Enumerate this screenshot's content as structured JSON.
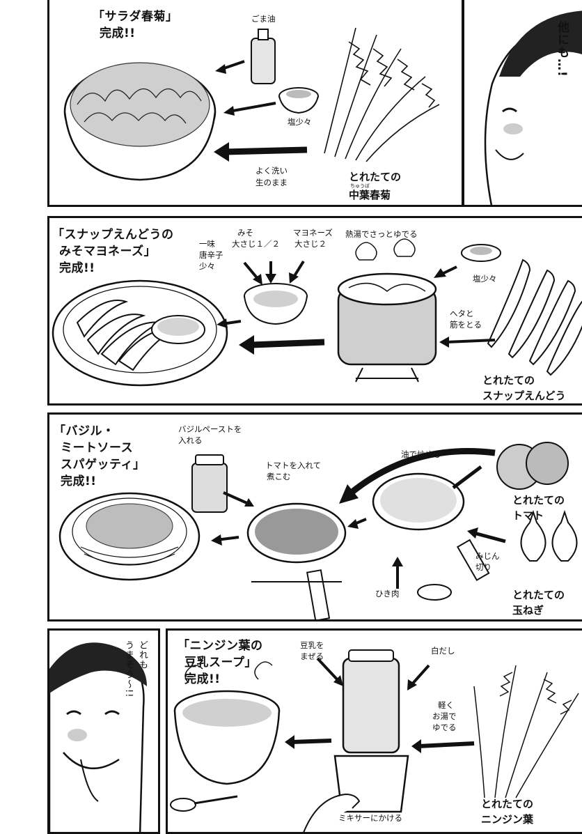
{
  "panel1": {
    "title_line1": "「サラダ春菊」",
    "title_line2": "完成!!",
    "sesame_oil": "ごま油",
    "salt": "塩少々",
    "wash_line1": "よく洗い",
    "wash_line2": "生のまま",
    "fresh_line1": "とれたての",
    "fresh_ruby": "ちゅうば",
    "fresh_line2": "中葉春菊",
    "speech": "他にも…!"
  },
  "panel2": {
    "title_line1": "「スナップえんどうの",
    "title_line2": "みそマヨネーズ」",
    "title_line3": "完成!!",
    "chili_line1": "一味",
    "chili_line2": "唐辛子",
    "chili_line3": "少々",
    "miso_line1": "みそ",
    "miso_line2": "大さじ１／２",
    "mayo_line1": "マヨネーズ",
    "mayo_line2": "大さじ２",
    "boil": "熱湯でさっとゆでる",
    "salt": "塩少々",
    "trim_line1": "ヘタと",
    "trim_line2": "筋をとる",
    "fresh_line1": "とれたての",
    "fresh_line2": "スナップえんどう"
  },
  "panel3": {
    "title_line1": "「バジル・",
    "title_line2": "ミートソース",
    "title_line3": "スパゲッティ」",
    "title_line4": "完成!!",
    "basil_line1": "バジルペーストを",
    "basil_line2": "入れる",
    "tomato_in_line1": "トマトを入れて",
    "tomato_in_line2": "煮こむ",
    "fry": "油で炒める",
    "mince_line1": "みじん",
    "mince_line2": "切り",
    "ground_meat": "ひき肉",
    "fresh_tomato_line1": "とれたての",
    "fresh_tomato_line2": "トマト",
    "fresh_onion_line1": "とれたての",
    "fresh_onion_line2": "玉ねぎ"
  },
  "panel4": {
    "speech_line1": "どれも",
    "speech_line2": "うまそう〜!!",
    "title_line1": "「ニンジン葉の",
    "title_line2": "豆乳スープ」",
    "title_line3": "完成!!",
    "soy_line1": "豆乳を",
    "soy_line2": "まぜる",
    "dashi": "白だし",
    "boil_line1": "軽く",
    "boil_line2": "お湯で",
    "boil_line3": "ゆでる",
    "mixer": "ミキサーにかける",
    "fresh_line1": "とれたての",
    "fresh_line2": "ニンジン葉"
  }
}
